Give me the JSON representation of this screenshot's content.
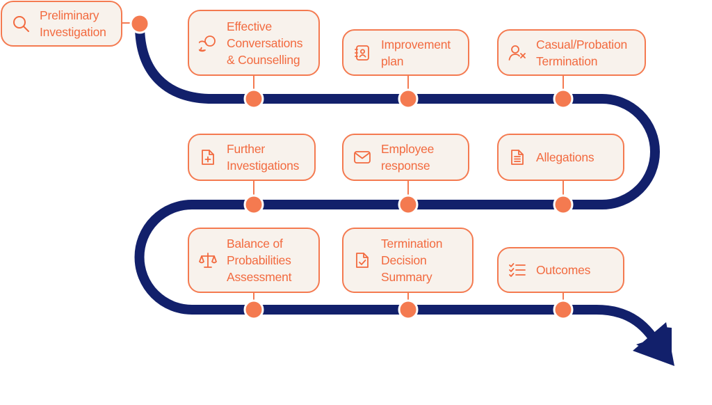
{
  "colors": {
    "path": "#12206b",
    "accent": "#f47a50",
    "box_fill": "#f8f2ec",
    "text": "#f26a3f"
  },
  "steps": [
    {
      "label": "Preliminary\nInvestigation",
      "icon": "search-icon"
    },
    {
      "label": "Effective\nConversations\n& Counselling",
      "icon": "chat-bubbles-icon"
    },
    {
      "label": "Improvement\nplan",
      "icon": "contact-book-icon"
    },
    {
      "label": "Casual/Probation\nTermination",
      "icon": "user-remove-icon"
    },
    {
      "label": "Allegations",
      "icon": "document-list-icon"
    },
    {
      "label": "Employee\nresponse",
      "icon": "envelope-icon"
    },
    {
      "label": "Further\nInvestigations",
      "icon": "document-plus-icon"
    },
    {
      "label": "Balance of\nProbabilities\nAssessment",
      "icon": "scales-icon"
    },
    {
      "label": "Termination\nDecision\nSummary",
      "icon": "document-check-icon"
    },
    {
      "label": "Outcomes",
      "icon": "checklist-icon"
    }
  ]
}
